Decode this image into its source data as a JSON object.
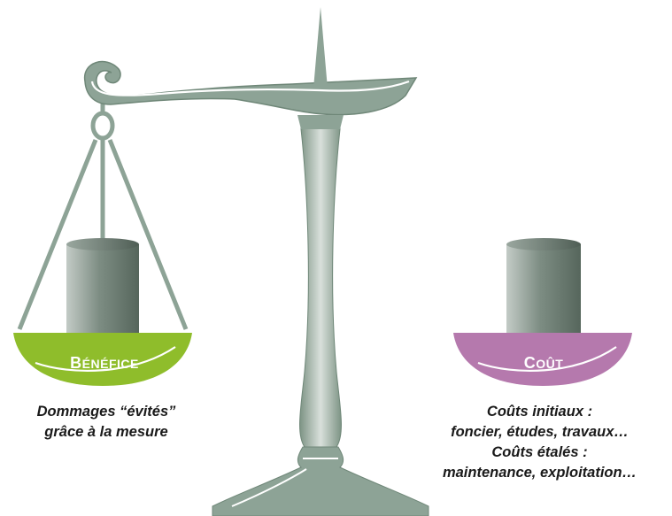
{
  "benefit": {
    "label": "Bénéfice",
    "color": "#8fbd2b",
    "caption_lines": [
      "Dommages “évités”",
      "grâce à la mesure"
    ]
  },
  "cost": {
    "label": "Coût",
    "color": "#b579ad",
    "caption_lines": [
      "Coûts initiaux :",
      "foncier, études, travaux…",
      "Coûts étalés :",
      "maintenance, exploitation…"
    ]
  },
  "colors": {
    "metal": "#8da396",
    "metal_dark": "#6f8778",
    "weight_dark": "#5e6e64",
    "weight_light": "#c9d0cb"
  }
}
